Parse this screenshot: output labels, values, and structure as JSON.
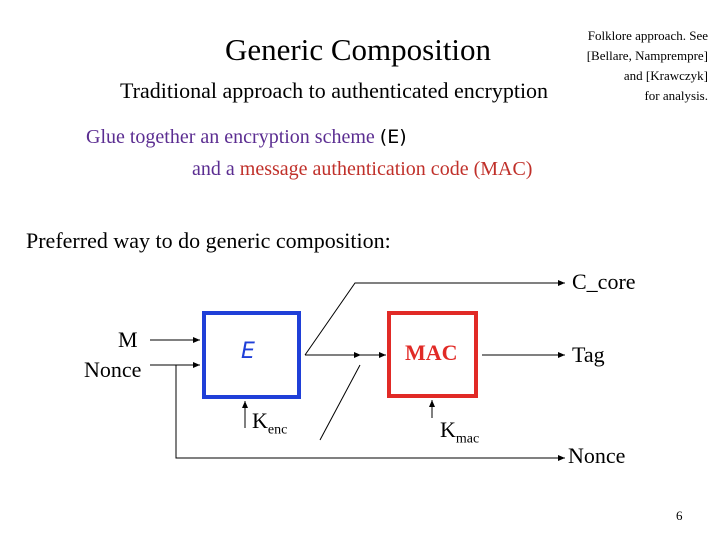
{
  "title": "Generic Composition",
  "subtitle": "Traditional approach to authenticated encryption",
  "sidenote": {
    "lines": [
      "Folklore approach. See",
      "[Bellare, Namprempre]",
      "and [Krawczyk]",
      "for analysis."
    ]
  },
  "glue": {
    "line1_text": "Glue together an encryption scheme",
    "line1_open": "(",
    "line1_symbol": "E",
    "line1_close": ")",
    "line2_prefix": "and a ",
    "line2_mac": "message authentication code (MAC)"
  },
  "preferred_text": "Preferred way to do generic composition:",
  "diagram": {
    "inputs": {
      "m": "M",
      "nonce": "Nonce"
    },
    "enc_box_label": "E",
    "mac_box_label": "MAC",
    "k_enc": {
      "base": "K",
      "sub": "enc"
    },
    "k_mac": {
      "base": "K",
      "sub": "mac"
    },
    "outputs": {
      "c_core": "C_core",
      "tag": "Tag",
      "nonce": "Nonce"
    },
    "colors": {
      "enc": "#1f3fd8",
      "mac": "#e12a26",
      "line": "#000000",
      "glue_purple": "#5b2d91",
      "glue_red": "#c0302a"
    }
  },
  "page_number": "6"
}
